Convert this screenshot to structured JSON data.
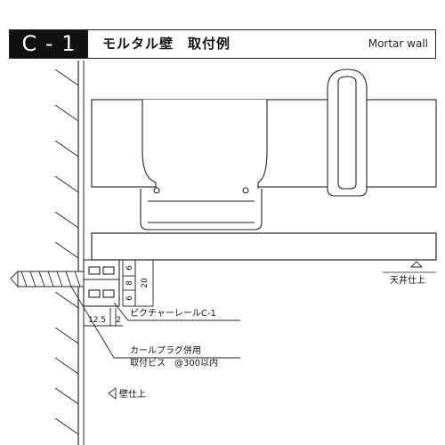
{
  "header": {
    "code": "C - 1",
    "title": "モルタル壁　取付例",
    "subtitle": "Mortar wall"
  },
  "dimensions": {
    "d6_top": "6",
    "d6_mid": "6",
    "d8": "8",
    "d20": "20",
    "d12_5": "12.5",
    "d2": "2"
  },
  "labels": {
    "rail": "ピクチャーレールC-1",
    "screw_line1": "カールプラグ併用",
    "screw_line2": "取付ビス　@300以内",
    "ceiling": "天井仕上",
    "wall": "壁仕上"
  }
}
